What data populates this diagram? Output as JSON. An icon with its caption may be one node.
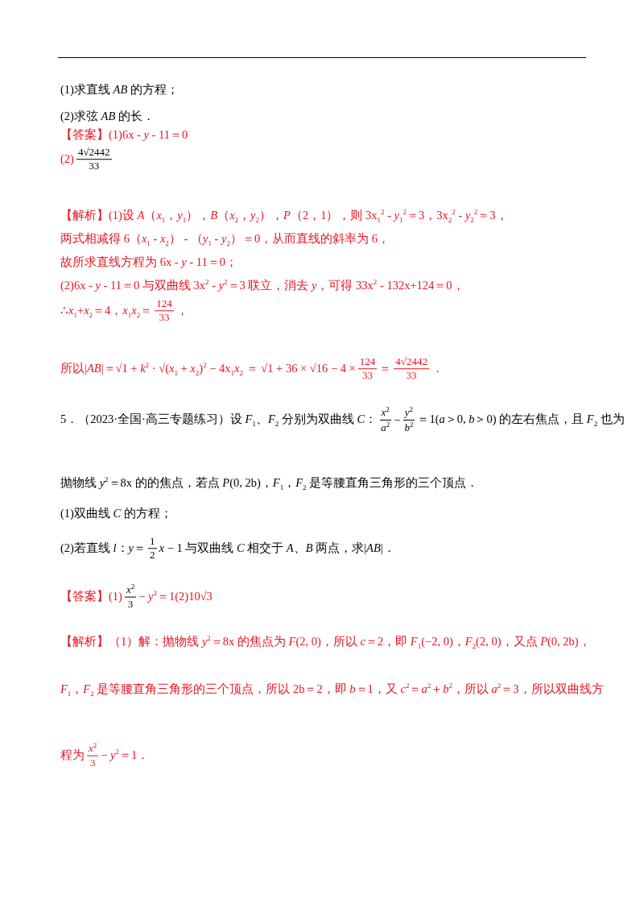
{
  "diagram": {
    "labels": [
      "(1)求直线 *AB* 的方程；",
      "(2)求弦 *AB* 的长．",
      "【答案】(1)6x - *y* - 11＝0",
      "(2)",
      "4√2442",
      "33",
      "【解析】(1)设 *A*（*x*$_{1}$，*y*$_{1}$），*B*（*x*$_{2}$，*y*$_{2}$），*P*（2，1），则 3x$_{1}$$^{2}$ - *y*$_{1}$$^{2}$＝3，3x$_{2}$$^{2}$ - *y*$_{2}$$^{2}$＝3，",
      "两式相减得 6（*x*$_{1}$ - *x*$_{2}$） - （*y*$_{1}$ - *y*$_{2}$）＝0，从而直线的斜率为 6，",
      "故所求直线方程为 6x - *y* - 11＝0；",
      "(2)6x - *y* - 11＝0 与双曲线 3x$^{2}$ - *y*$^{2}$＝3 联立，消去 *y*，可得 33x$^{2}$ - 132x+124＝0，",
      "∴*x*$_{1}$+*x*$_{2}$＝4，*x*$_{1}$*x*$_{2}$＝",
      "124",
      "33",
      "，",
      "所以|*AB*|＝√1 + *k*$^{2}$ · √(*x*$_{1}$ + *x*$_{2}$)$^{2}$ − 4x$_{1}$*x*$_{2}$ ＝ √1 + 36 × √16 − 4 ×",
      "124",
      "33",
      "＝",
      "4√2442",
      "33",
      "．",
      "5．（2023·全国·高三专题练习）设 *F*$_{1}$、*F*$_{2}$ 分别为双曲线 *C*：",
      "*x*$^{2}$",
      "*a*$^{2}$",
      "−",
      "*y*$^{2}$",
      "*b*$^{2}$",
      "＝1(*a*＞0, *b*＞0) 的左右焦点，且 *F*$_{2}$ 也为",
      "抛物线 *y*$^{2}$＝8x 的的焦点，若点 *P*(0, 2b)，*F*$_{1}$，*F*$_{2}$ 是等腰直角三角形的三个顶点．",
      "(1)双曲线 *C* 的方程；",
      "(2)若直线 *l*：*y*＝",
      "1",
      "2",
      "*x* − 1 与双曲线 *C* 相交于 *A*、*B* 两点，求|*AB*|．",
      "【答案】(1)",
      "*x*$^{2}$",
      "3",
      "− *y*$^{2}$＝1",
      "(2)",
      "10√3",
      "【解析】（1）解：抛物线 *y*$^{2}$＝8x 的焦点为 *F*(2, 0)，所以 *c*＝2，即 *F*$_{1}$(−2, 0)，*F*$_{2}$(2, 0)，又点 *P*(0, 2b)，",
      "*F*$_{1}$，*F*$_{2}$ 是等腰直角三角形的三个顶点，所以 2b＝2，即 *b*＝1，又 *c*$^{2}$＝*a*$^{2}$＋*b*$^{2}$，所以 *a*$^{2}$＝3，所以双曲线方",
      "程为",
      "*x*$^{2}$",
      "3",
      "− *y*$^{2}$＝1",
      "．"
    ]
  }
}
